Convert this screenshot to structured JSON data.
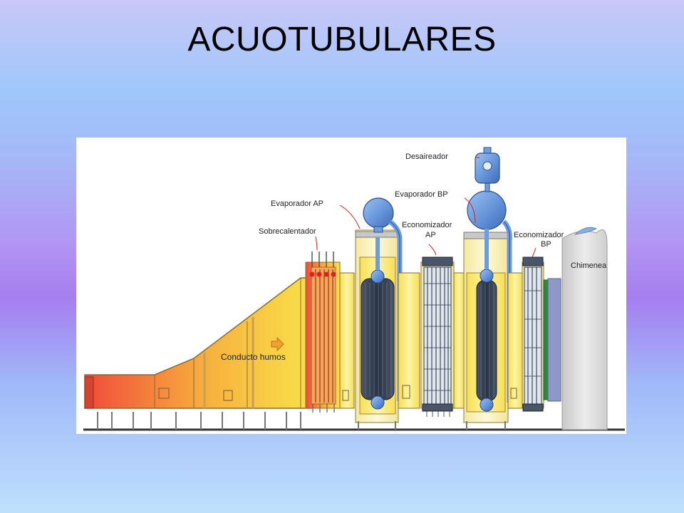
{
  "slide": {
    "title": "ACUOTUBULARES"
  },
  "diagram": {
    "labels": {
      "desaireador": "Desaireador",
      "evaporador_ap": "Evaporador AP",
      "evaporador_bp": "Evaporador BP",
      "sobrecalentador": "Sobrecalentador",
      "economizador_ap_1": "Economizador",
      "economizador_ap_2": "AP",
      "economizador_bp_1": "Economizador",
      "economizador_bp_2": "BP",
      "chimenea": "Chimenea",
      "conducto_humos": "Conducto humos"
    },
    "colors": {
      "duct_hot": "#f04a3a",
      "duct_mid": "#f7a23c",
      "duct_cool": "#f8e04a",
      "vessel_blue": "#6b9de0",
      "tube_dark": "#2f3b4e",
      "stack_gray": "#d6d6d6"
    }
  }
}
